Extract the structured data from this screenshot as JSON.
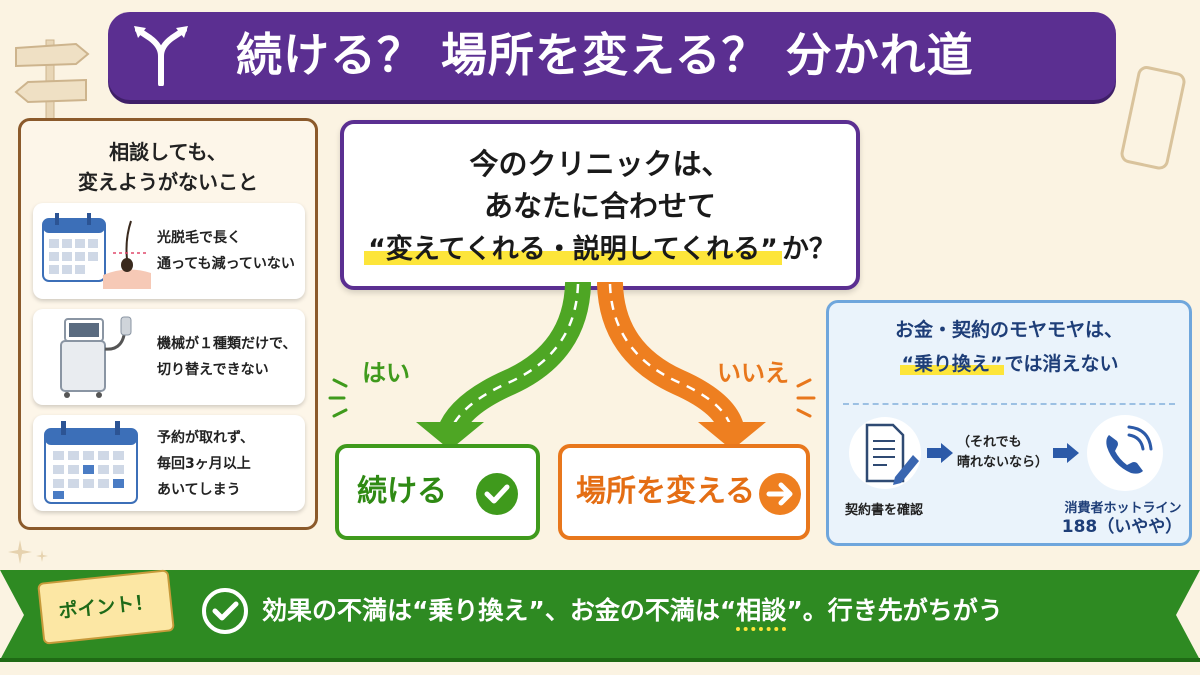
{
  "title": "続ける？ 場所を変える？ 分かれ道",
  "left_card": {
    "title_line1": "相談しても、",
    "title_line2": "変えようがないこと",
    "items": [
      {
        "line1": "光脱毛で長く",
        "line2": "通っても減っていない",
        "line3": "",
        "icon": "calendar-hair-icon"
      },
      {
        "line1": "機械が１種類だけで、",
        "line2": "切り替えできない",
        "line3": "",
        "icon": "machine-icon"
      },
      {
        "line1": "予約が取れず、",
        "line2": "毎回3ヶ月以上",
        "line3": "あいてしまう",
        "icon": "calendar-icon"
      }
    ]
  },
  "question": {
    "line1": "今のクリニックは、",
    "line2": "あなたに合わせて",
    "line3_highlight": "“変えてくれる・説明してくれる”",
    "line3_tail": "か？"
  },
  "branches": {
    "yes_label": "はい",
    "no_label": "いいえ",
    "yes_result": "続ける",
    "no_result": "場所を変える"
  },
  "right_card": {
    "title_line1": "お金・契約のモヤモヤは、",
    "title_line2_highlight": "“乗り換え”",
    "title_line2_tail": "では消えない",
    "step1_label": "契約書を確認",
    "condition_line1": "（それでも",
    "condition_line2": "晴れないなら）",
    "step2_label": "消費者ホットライン",
    "step2_number": "188（いやや）"
  },
  "bottom": {
    "point_label": "ポイント！",
    "text_part1": "効果の不満は“乗り換え”、お金の不満は“",
    "text_emph": "相談",
    "text_part2": "”。行き先がちがう"
  },
  "colors": {
    "purple": "#5b2f91",
    "green": "#3f9a1c",
    "orange": "#e8771c",
    "blue": "#6fa6dc",
    "ribbon_green": "#2e8a22",
    "highlight_yellow": "#fde53a"
  }
}
